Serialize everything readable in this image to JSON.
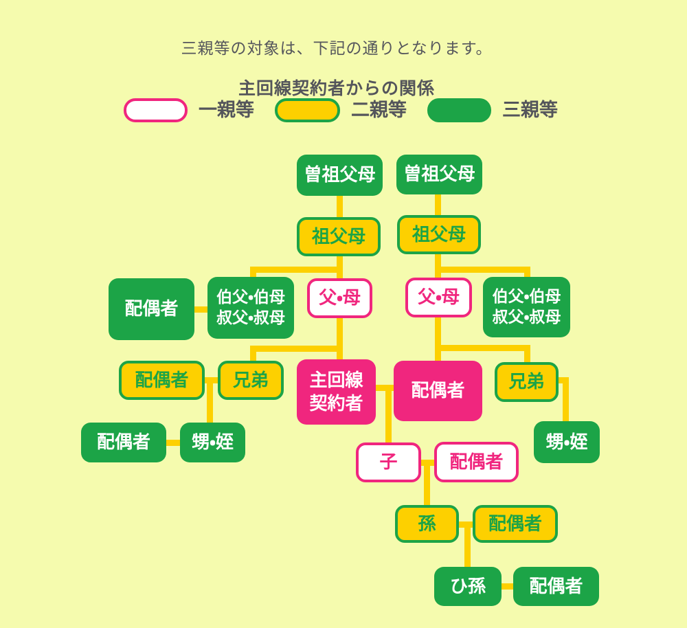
{
  "header": {
    "intro": "三親等の対象は、下記の通りとなります。",
    "title": "主回線契約者からの関係"
  },
  "legend": {
    "first_degree": "一親等",
    "second_degree": "二親等",
    "third_degree": "三親等"
  },
  "colors": {
    "background": "#f5fbae",
    "first_degree_fill": "#ffffff",
    "first_degree_accent": "#f0267e",
    "second_degree_fill": "#fdd000",
    "second_degree_accent": "#1ca447",
    "third_degree_fill": "#1ca447",
    "connector": "#fdd000",
    "heading_text": "#54555b"
  },
  "nodes": {
    "ggp_left": "曽祖父母",
    "ggp_right": "曽祖父母",
    "gp_left": "祖父母",
    "gp_right": "祖父母",
    "spouse_uncle_left": "配偶者",
    "uncle_left": [
      "伯父・伯母",
      "叔父・叔母"
    ],
    "parents_left": "父・母",
    "parents_right": "父・母",
    "uncle_right": [
      "伯父・伯母",
      "叔父・叔母"
    ],
    "sibling_spouse_left": "配偶者",
    "sibling_left": "兄弟",
    "main_contractor": [
      "主回線",
      "契約者"
    ],
    "main_spouse": "配偶者",
    "sibling_right": "兄弟",
    "nephew_spouse_left": "配偶者",
    "nephew_left": "甥・姪",
    "nephew_right": "甥・姪",
    "child": "子",
    "child_spouse": "配偶者",
    "grandchild": "孫",
    "grandchild_spouse": "配偶者",
    "great_grandchild": "ひ孫",
    "great_grandchild_spouse": "配偶者"
  }
}
